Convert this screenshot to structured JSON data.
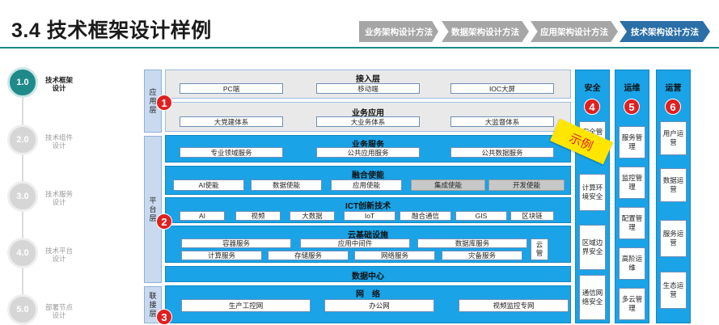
{
  "header": {
    "title": "3.4 技术框架设计样例"
  },
  "breadcrumb": [
    {
      "label": "业务架构设计方法",
      "color": "#a6a6a6"
    },
    {
      "label": "数据架构设计方法",
      "color": "#a6a6a6"
    },
    {
      "label": "应用架构设计方法",
      "color": "#a6a6a6"
    },
    {
      "label": "技术架构设计方法",
      "color": "#2b6fa8"
    }
  ],
  "steps": [
    {
      "num": "1.0",
      "label": "技术框架设计",
      "active": true
    },
    {
      "num": "2.0",
      "label": "技术组件设计",
      "active": false
    },
    {
      "num": "3.0",
      "label": "技术服务设计",
      "active": false
    },
    {
      "num": "4.0",
      "label": "技术平台设计",
      "active": false
    },
    {
      "num": "5.0",
      "label": "部署节点设计",
      "active": false
    }
  ],
  "sides": {
    "app": "应用层",
    "platform": "平台层",
    "link": "联接层"
  },
  "bands": {
    "access": {
      "title": "接入层",
      "items": [
        "PC端",
        "移动端",
        "IOC大屏"
      ]
    },
    "bizapp": {
      "title": "业务应用",
      "items": [
        "大党建体系",
        "大业务体系",
        "大监督体系"
      ]
    },
    "service": {
      "title": "业务服务",
      "items": [
        "专业领域服务",
        "公共应用服务",
        "公共数据服务"
      ]
    },
    "fusion": {
      "title": "融合使能",
      "items": [
        "AI使能",
        "数据使能",
        "应用使能",
        "集成使能",
        "开发使能"
      ]
    },
    "ict": {
      "title": "ICT创新技术",
      "items": [
        "AI",
        "视频",
        "大数据",
        "IoT",
        "融合通信",
        "GIS",
        "区块链"
      ]
    },
    "cloud": {
      "title": "云基础设施",
      "row1": [
        "容器服务",
        "应用中间件",
        "数据库服务"
      ],
      "row2": [
        "计算服务",
        "存储服务",
        "网络服务",
        "灾备服务"
      ],
      "side": "云管"
    },
    "dc": {
      "title": "数据中心"
    },
    "network": {
      "title": "网　络",
      "items": [
        "生产工控网",
        "办公网",
        "视频监控专网"
      ]
    }
  },
  "columns": {
    "security": {
      "title": "安全",
      "badge": "4",
      "items": [
        "安全管理",
        "计算环境安全",
        "区域边界安全",
        "通信网络安全"
      ]
    },
    "ops": {
      "title": "运维",
      "badge": "5",
      "items": [
        "服务管理",
        "监控管理",
        "配置管理",
        "高阶运维",
        "多云管理"
      ]
    },
    "operation": {
      "title": "运营",
      "badge": "6",
      "items": [
        "用户运营",
        "数据运营",
        "服务运营",
        "生态运营"
      ]
    }
  },
  "badges": {
    "b1": "1",
    "b2": "2",
    "b3": "3"
  },
  "stamp": {
    "text": "示例"
  }
}
